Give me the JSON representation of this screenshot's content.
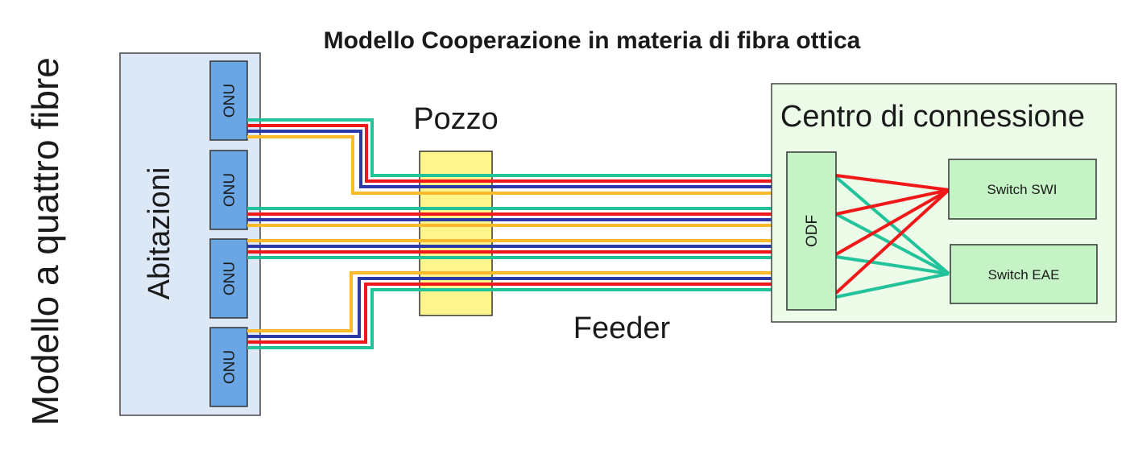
{
  "title": "Modello Cooperazione in materia di fibra ottica",
  "side_label": "Modello a quattro fibre",
  "homes_label": "Abitazioni",
  "onu_label": "ONU",
  "well_label": "Pozzo",
  "feeder_label": "Feeder",
  "center_label": "Centro di connessione",
  "odf_label": "ODF",
  "switch_swi_label": "Switch SWI",
  "switch_eae_label": "Switch EAE",
  "colors": {
    "green": "#22c29a",
    "red": "#f01818",
    "blue": "#2b3aa8",
    "orange": "#fdbb2b",
    "box_fill": "#dde8f7",
    "onu_fill": "#6aa6e4",
    "well_fill": "#fff58d",
    "center_fill": "#edfbe9",
    "node_fill": "#c5f3c5"
  }
}
